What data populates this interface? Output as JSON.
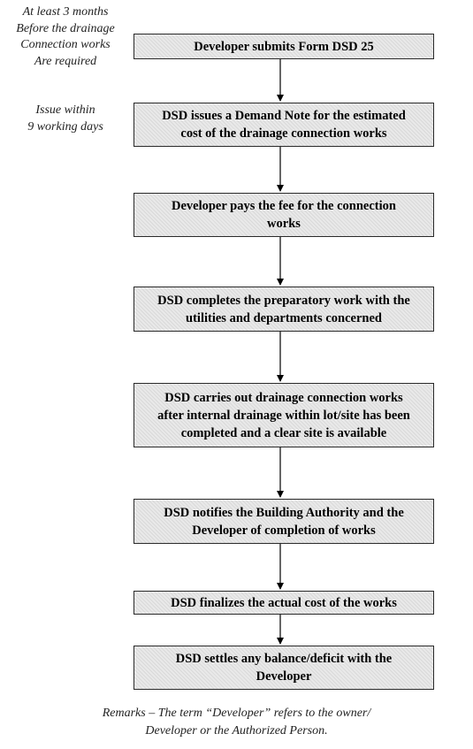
{
  "side_notes": [
    {
      "lines": [
        "At least 3 months",
        "Before the drainage",
        "Connection works",
        "Are required"
      ]
    },
    {
      "lines": [
        "Issue within",
        "9 working days"
      ]
    }
  ],
  "steps": [
    {
      "lines": [
        "Developer submits Form DSD 25"
      ]
    },
    {
      "lines": [
        "DSD issues a Demand Note for the estimated",
        "cost of the drainage connection works"
      ]
    },
    {
      "lines": [
        "Developer pays the fee for the connection",
        "works"
      ]
    },
    {
      "lines": [
        "DSD completes the preparatory work with the",
        "utilities and departments concerned"
      ]
    },
    {
      "lines": [
        "DSD carries out drainage connection works",
        "after internal drainage within lot/site has been",
        "completed and a clear site is available"
      ]
    },
    {
      "lines": [
        "DSD notifies the Building Authority and the",
        "Developer of completion of works"
      ]
    },
    {
      "lines": [
        "DSD finalizes the actual cost of the works"
      ]
    },
    {
      "lines": [
        "DSD settles any balance/deficit with the",
        "Developer"
      ]
    }
  ],
  "remarks": {
    "lines": [
      "Remarks – The term “Developer” refers to the owner/",
      "Developer or the Authorized Person."
    ]
  }
}
